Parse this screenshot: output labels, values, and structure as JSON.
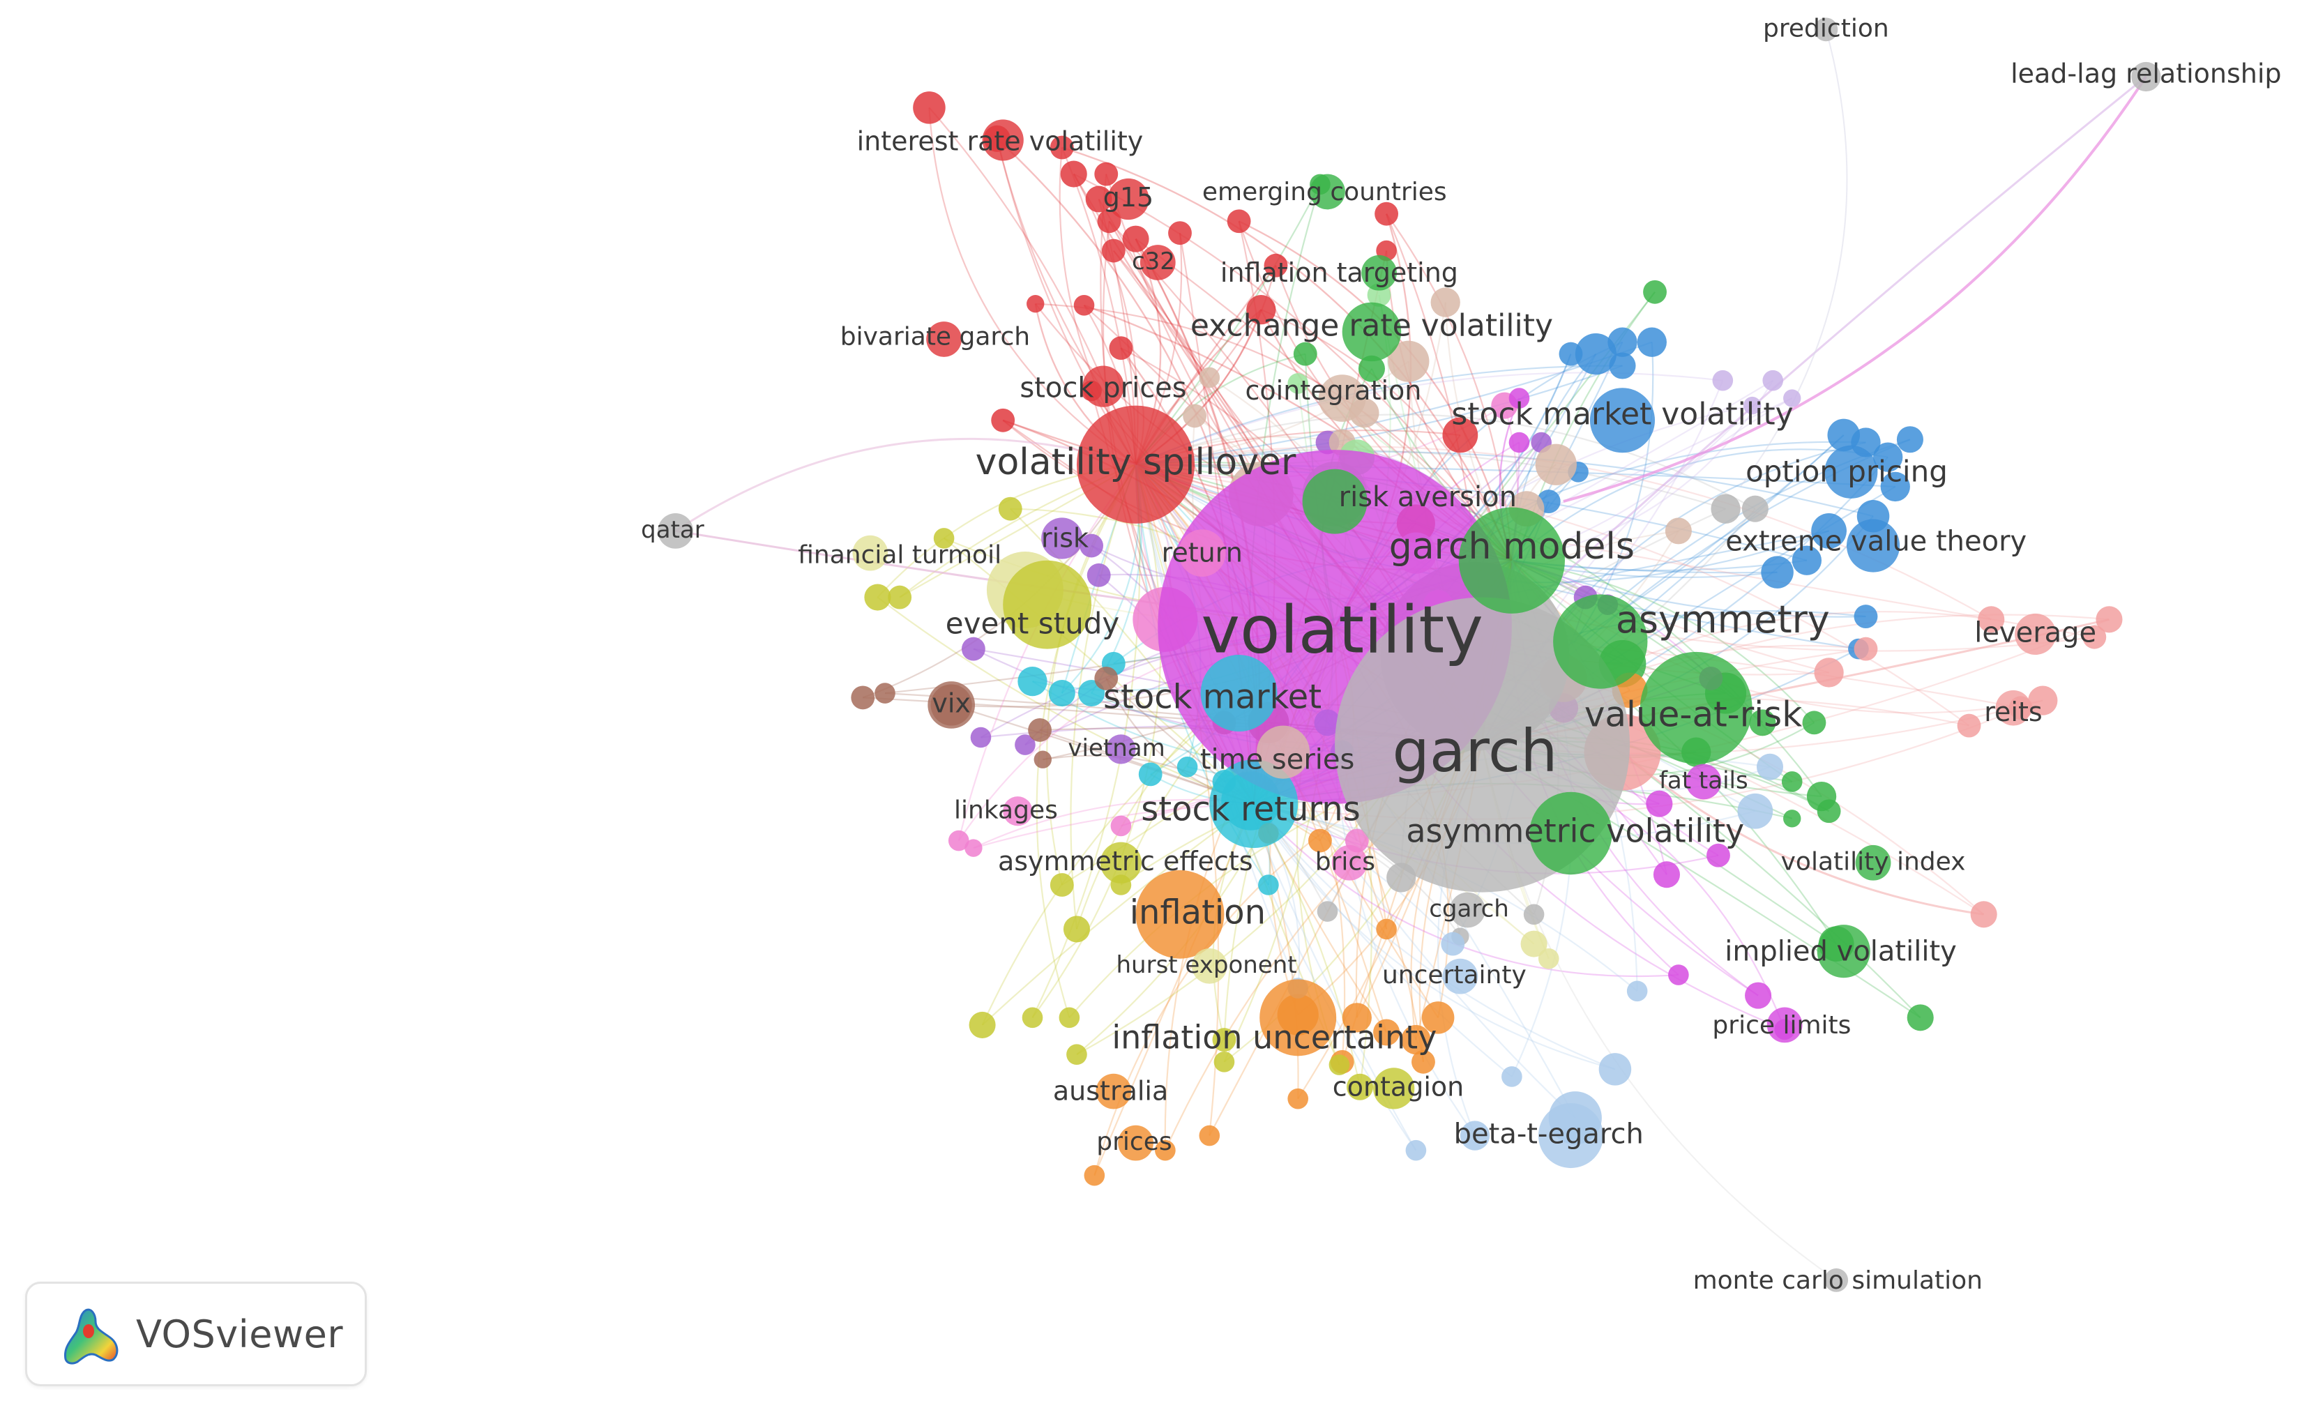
{
  "app": {
    "name": "VOSviewer"
  },
  "colors": {
    "red": "#e03a3e",
    "green": "#3cb54a",
    "blue": "#3d8fd9",
    "yellow": "#c5c934",
    "purple": "#a261d2",
    "cyan": "#2ec2d8",
    "orange": "#f29032",
    "brown": "#a66c5b",
    "pink": "#f07fd0",
    "grey": "#b7b7b7",
    "magenta": "#d64ce1",
    "salmon": "#f2a0a0",
    "lightblue": "#a9c9ea",
    "lightpink": "#eaa9d6",
    "tan": "#d8b9a8",
    "lightgreen": "#9be39b",
    "lightyellow": "#e3e39b",
    "lavender": "#c9b3e8"
  },
  "network": {
    "nodes": [
      {
        "label": "volatility",
        "color": "magenta",
        "size": 120,
        "font": 94
      },
      {
        "label": "garch",
        "color": "grey",
        "size": 100,
        "font": 84
      },
      {
        "label": "garch models",
        "color": "green",
        "size": 36,
        "font": 52
      },
      {
        "label": "asymmetry",
        "color": "green",
        "size": 32,
        "font": 54
      },
      {
        "label": "value-at-risk",
        "color": "green",
        "size": 38,
        "font": 50
      },
      {
        "label": "volatility spillover",
        "color": "red",
        "size": 40,
        "font": 52
      },
      {
        "label": "stock market",
        "color": "cyan",
        "size": 26,
        "font": 48
      },
      {
        "label": "stock returns",
        "color": "cyan",
        "size": 30,
        "font": 48
      },
      {
        "label": "asymmetric volatility",
        "color": "green",
        "size": 28,
        "font": 46
      },
      {
        "label": "inflation",
        "color": "orange",
        "size": 30,
        "font": 48
      },
      {
        "label": "inflation uncertainty",
        "color": "orange",
        "size": 26,
        "font": 46
      },
      {
        "label": "exchange rate volatility",
        "color": "green",
        "size": 20,
        "font": 44
      },
      {
        "label": "stock market volatility",
        "color": "blue",
        "size": 22,
        "font": 44
      },
      {
        "label": "option pricing",
        "color": "blue",
        "size": 18,
        "font": 42
      },
      {
        "label": "extreme value theory",
        "color": "blue",
        "size": 18,
        "font": 40
      },
      {
        "label": "leverage",
        "color": "salmon",
        "size": 14,
        "font": 40
      },
      {
        "label": "reits",
        "color": "salmon",
        "size": 12,
        "font": 38
      },
      {
        "label": "event study",
        "color": "yellow",
        "size": 30,
        "font": 42
      },
      {
        "label": "time series",
        "color": "tan",
        "size": 18,
        "font": 40
      },
      {
        "label": "risk aversion",
        "color": "green",
        "size": 22,
        "font": 40
      },
      {
        "label": "cointegration",
        "color": "tan",
        "size": 16,
        "font": 38
      },
      {
        "label": "stock prices",
        "color": "red",
        "size": 14,
        "font": 40
      },
      {
        "label": "bivariate garch",
        "color": "red",
        "size": 12,
        "font": 36
      },
      {
        "label": "inflation targeting",
        "color": "green",
        "size": 12,
        "font": 38
      },
      {
        "label": "emerging countries",
        "color": "green",
        "size": 12,
        "font": 36
      },
      {
        "label": "interest rate volatility",
        "color": "red",
        "size": 14,
        "font": 38
      },
      {
        "label": "g15",
        "color": "red",
        "size": 14,
        "font": 38
      },
      {
        "label": "c32",
        "color": "red",
        "size": 12,
        "font": 34
      },
      {
        "label": "financial turmoil",
        "color": "lightyellow",
        "size": 12,
        "font": 36
      },
      {
        "label": "risk",
        "color": "purple",
        "size": 14,
        "font": 38
      },
      {
        "label": "return",
        "color": "pink",
        "size": 16,
        "font": 38
      },
      {
        "label": "vix",
        "color": "brown",
        "size": 16,
        "font": 38
      },
      {
        "label": "vietnam",
        "color": "purple",
        "size": 10,
        "font": 34
      },
      {
        "label": "linkages",
        "color": "pink",
        "size": 10,
        "font": 36
      },
      {
        "label": "asymmetric effects",
        "color": "yellow",
        "size": 14,
        "font": 38
      },
      {
        "label": "brics",
        "color": "pink",
        "size": 12,
        "font": 36
      },
      {
        "label": "cgarch",
        "color": "grey",
        "size": 12,
        "font": 34
      },
      {
        "label": "hurst exponent",
        "color": "lightyellow",
        "size": 12,
        "font": 34
      },
      {
        "label": "uncertainty",
        "color": "lightblue",
        "size": 12,
        "font": 36
      },
      {
        "label": "australia",
        "color": "orange",
        "size": 12,
        "font": 38
      },
      {
        "label": "contagion",
        "color": "yellow",
        "size": 14,
        "font": 38
      },
      {
        "label": "prices",
        "color": "orange",
        "size": 12,
        "font": 36
      },
      {
        "label": "beta-t-egarch",
        "color": "lightblue",
        "size": 22,
        "font": 40
      },
      {
        "label": "fat tails",
        "color": "magenta",
        "size": 12,
        "font": 34
      },
      {
        "label": "volatility index",
        "color": "green",
        "size": 12,
        "font": 36
      },
      {
        "label": "implied volatility",
        "color": "green",
        "size": 18,
        "font": 40
      },
      {
        "label": "price limits",
        "color": "magenta",
        "size": 12,
        "font": 36
      },
      {
        "label": "qatar",
        "color": "grey",
        "size": 12,
        "font": 34
      },
      {
        "label": "prediction",
        "color": "grey",
        "size": 8,
        "font": 36
      },
      {
        "label": "lead-lag relationship",
        "color": "grey",
        "size": 10,
        "font": 38
      },
      {
        "label": "monte carlo simulation",
        "color": "grey",
        "size": 8,
        "font": 36
      }
    ]
  }
}
